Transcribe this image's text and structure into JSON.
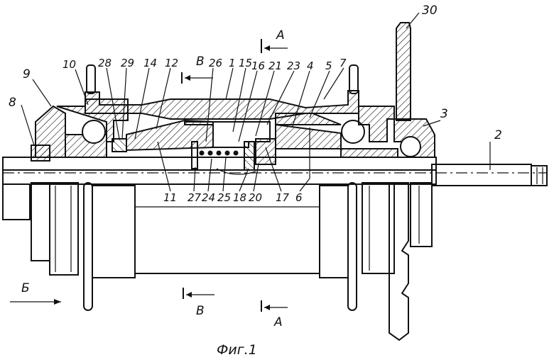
{
  "figure": {
    "caption": "Фиг.1",
    "section_marks": {
      "a": "А",
      "v": "В",
      "b": "Б"
    },
    "labels": [
      {
        "id": "30",
        "text": "30"
      },
      {
        "id": "2",
        "text": "2"
      },
      {
        "id": "3",
        "text": "3"
      },
      {
        "id": "8",
        "text": "8"
      },
      {
        "id": "9",
        "text": "9"
      },
      {
        "id": "10",
        "text": "10"
      },
      {
        "id": "28",
        "text": "28"
      },
      {
        "id": "29",
        "text": "29"
      },
      {
        "id": "14",
        "text": "14"
      },
      {
        "id": "12",
        "text": "12"
      },
      {
        "id": "26",
        "text": "26"
      },
      {
        "id": "1",
        "text": "1"
      },
      {
        "id": "15",
        "text": "15"
      },
      {
        "id": "16",
        "text": "16"
      },
      {
        "id": "21",
        "text": "21"
      },
      {
        "id": "23",
        "text": "23"
      },
      {
        "id": "4",
        "text": "4"
      },
      {
        "id": "5",
        "text": "5"
      },
      {
        "id": "7",
        "text": "7"
      },
      {
        "id": "11",
        "text": "11"
      },
      {
        "id": "27",
        "text": "27"
      },
      {
        "id": "24",
        "text": "24"
      },
      {
        "id": "25",
        "text": "25"
      },
      {
        "id": "18",
        "text": "18"
      },
      {
        "id": "20",
        "text": "20"
      },
      {
        "id": "17",
        "text": "17"
      },
      {
        "id": "6",
        "text": "6"
      }
    ]
  }
}
